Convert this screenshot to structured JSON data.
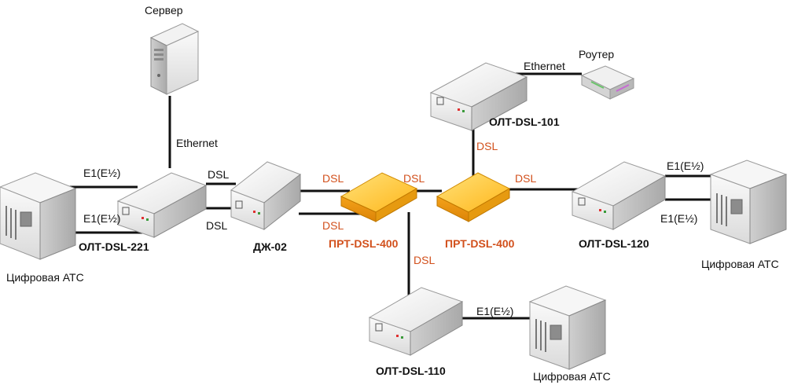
{
  "colors": {
    "device_light": "#f4f4f4",
    "device_mid": "#dcdcdc",
    "device_dark": "#b8b8b8",
    "repeater_top": "#ffcc33",
    "repeater_side": "#ee9a12",
    "link": "#111111",
    "orange_text": "#d2501c"
  },
  "nodes": {
    "server": "Сервер",
    "router": "Роутер",
    "olt221": "ОЛТ-DSL-221",
    "dzh02": "ДЖ-02",
    "prt1": "ПРТ-DSL-400",
    "prt2": "ПРТ-DSL-400",
    "olt101": "ОЛТ-DSL-101",
    "olt120": "ОЛТ-DSL-120",
    "olt110": "ОЛТ-DSL-110",
    "pbx_left": "Цифровая АТС",
    "pbx_right": "Цифровая АТС",
    "pbx_bottom": "Цифровая АТС"
  },
  "links": {
    "eth_server": "Ethernet",
    "eth_router": "Ethernet",
    "e1_left_top": "E1(E½)",
    "e1_left_bottom": "E1(E½)",
    "dsl_olt221_top": "DSL",
    "dsl_olt221_bottom": "DSL",
    "dsl_dzh_prt_top": "DSL",
    "dsl_dzh_prt_bottom": "DSL",
    "dsl_prt_prt": "DSL",
    "dsl_prt_olt120": "DSL",
    "dsl_prt_olt101": "DSL",
    "dsl_prt_olt110": "DSL",
    "e1_right_top": "E1(E½)",
    "e1_right_bottom": "E1(E½)",
    "e1_bottom": "E1(E½)"
  }
}
